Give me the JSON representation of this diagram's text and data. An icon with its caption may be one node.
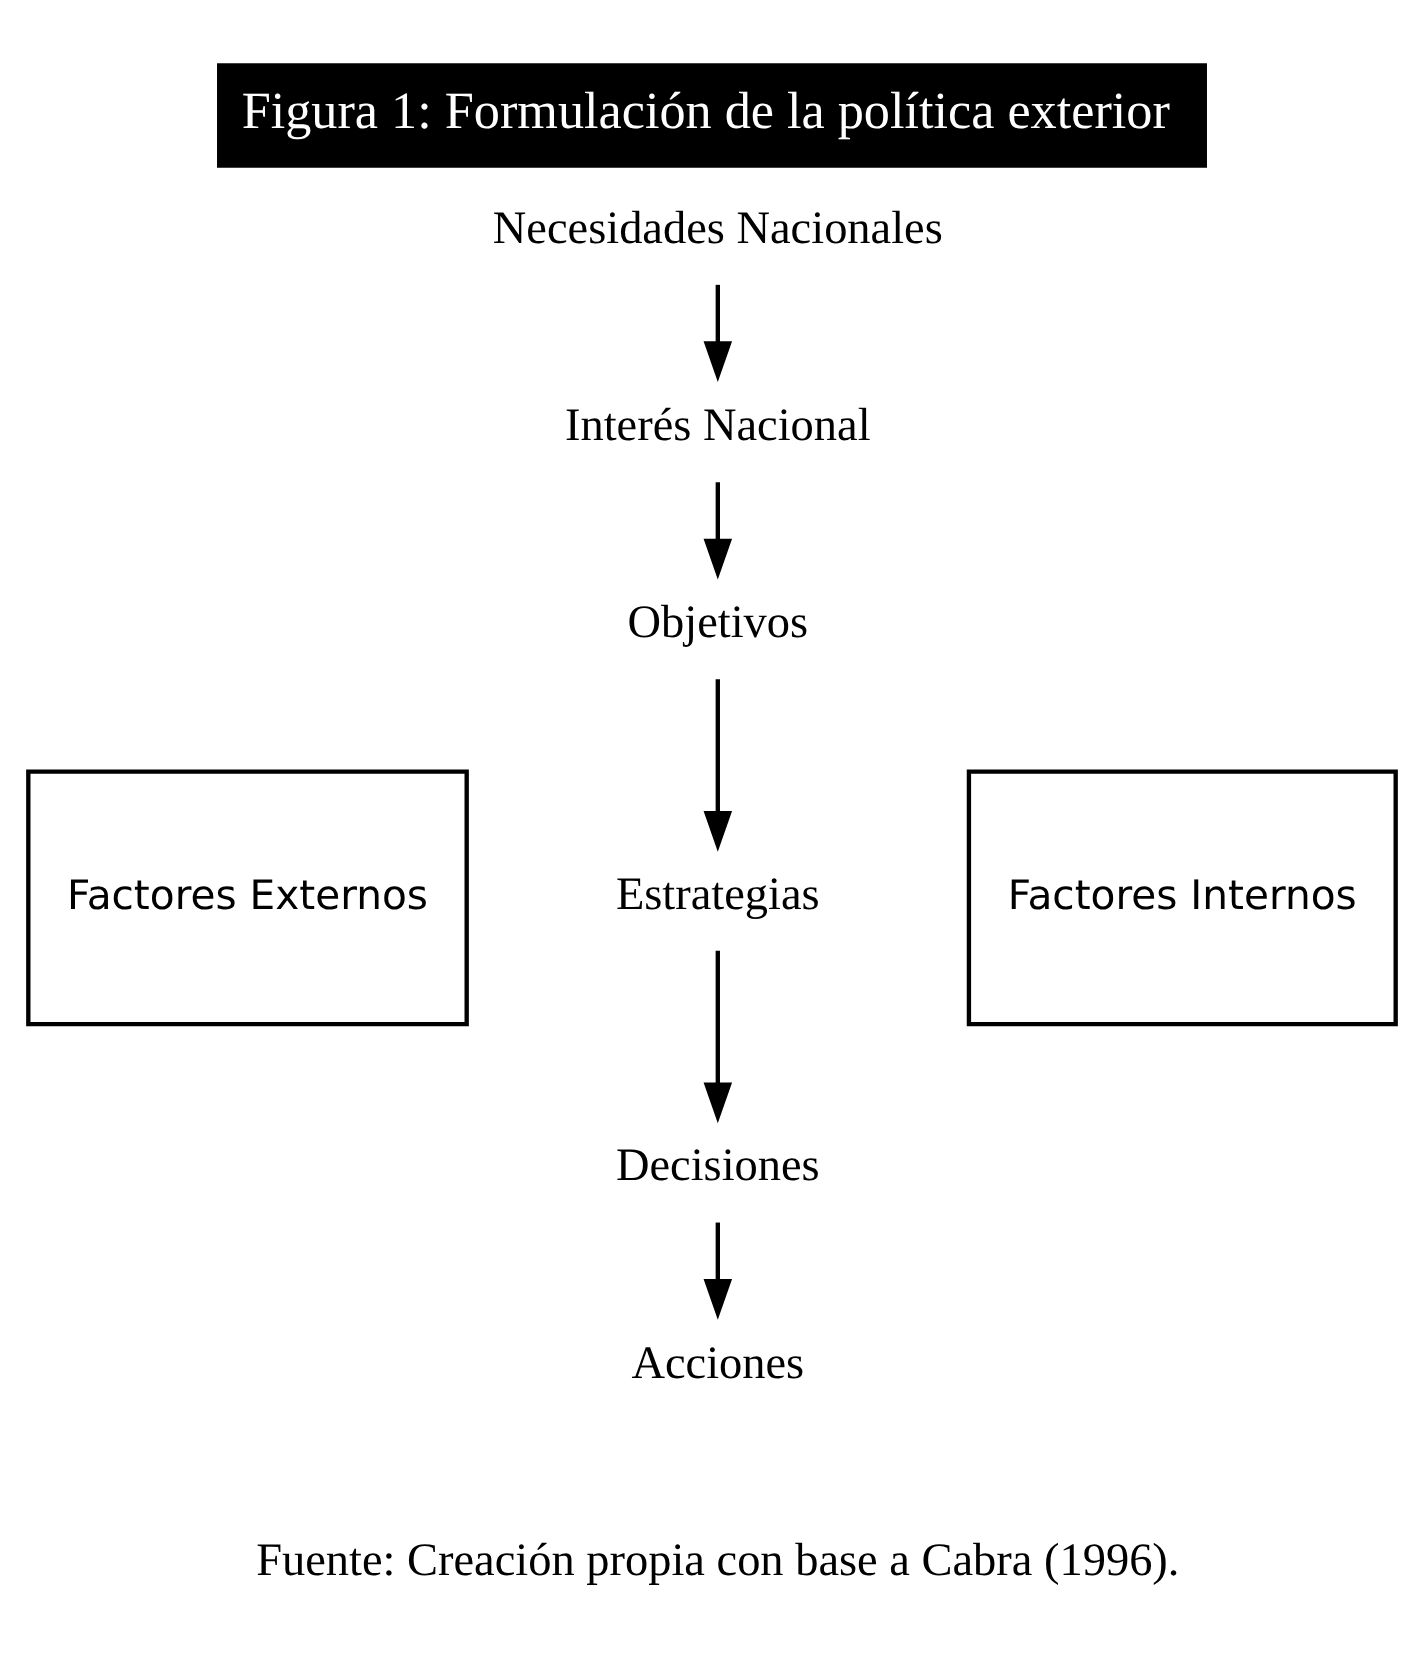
{
  "diagram": {
    "title": "Figura 1: Formulación de la política exterior",
    "caption": "Fuente: Creación propia con base a Cabra (1996).",
    "nodes": [
      {
        "text": [
          "Necesidades Nacionales"
        ]
      },
      {
        "text": [
          "Interés Nacional"
        ]
      },
      {
        "text": [
          "Objetivos"
        ]
      },
      {
        "text": [
          "Estrategias"
        ]
      },
      {
        "text": [
          "Decisiones"
        ]
      },
      {
        "text": [
          "Acciones"
        ]
      },
      {
        "text": [
          "Factores Externos"
        ]
      },
      {
        "text": [
          "Factores Internos"
        ]
      }
    ],
    "edges": [
      {
        "from": 0,
        "to": 1,
        "arrow": "to"
      },
      {
        "from": 1,
        "to": 2,
        "arrow": "to"
      },
      {
        "from": 2,
        "to": 3,
        "arrow": "to"
      },
      {
        "from": 3,
        "to": 4,
        "arrow": "to"
      },
      {
        "from": 4,
        "to": 5,
        "arrow": "to"
      }
    ]
  }
}
